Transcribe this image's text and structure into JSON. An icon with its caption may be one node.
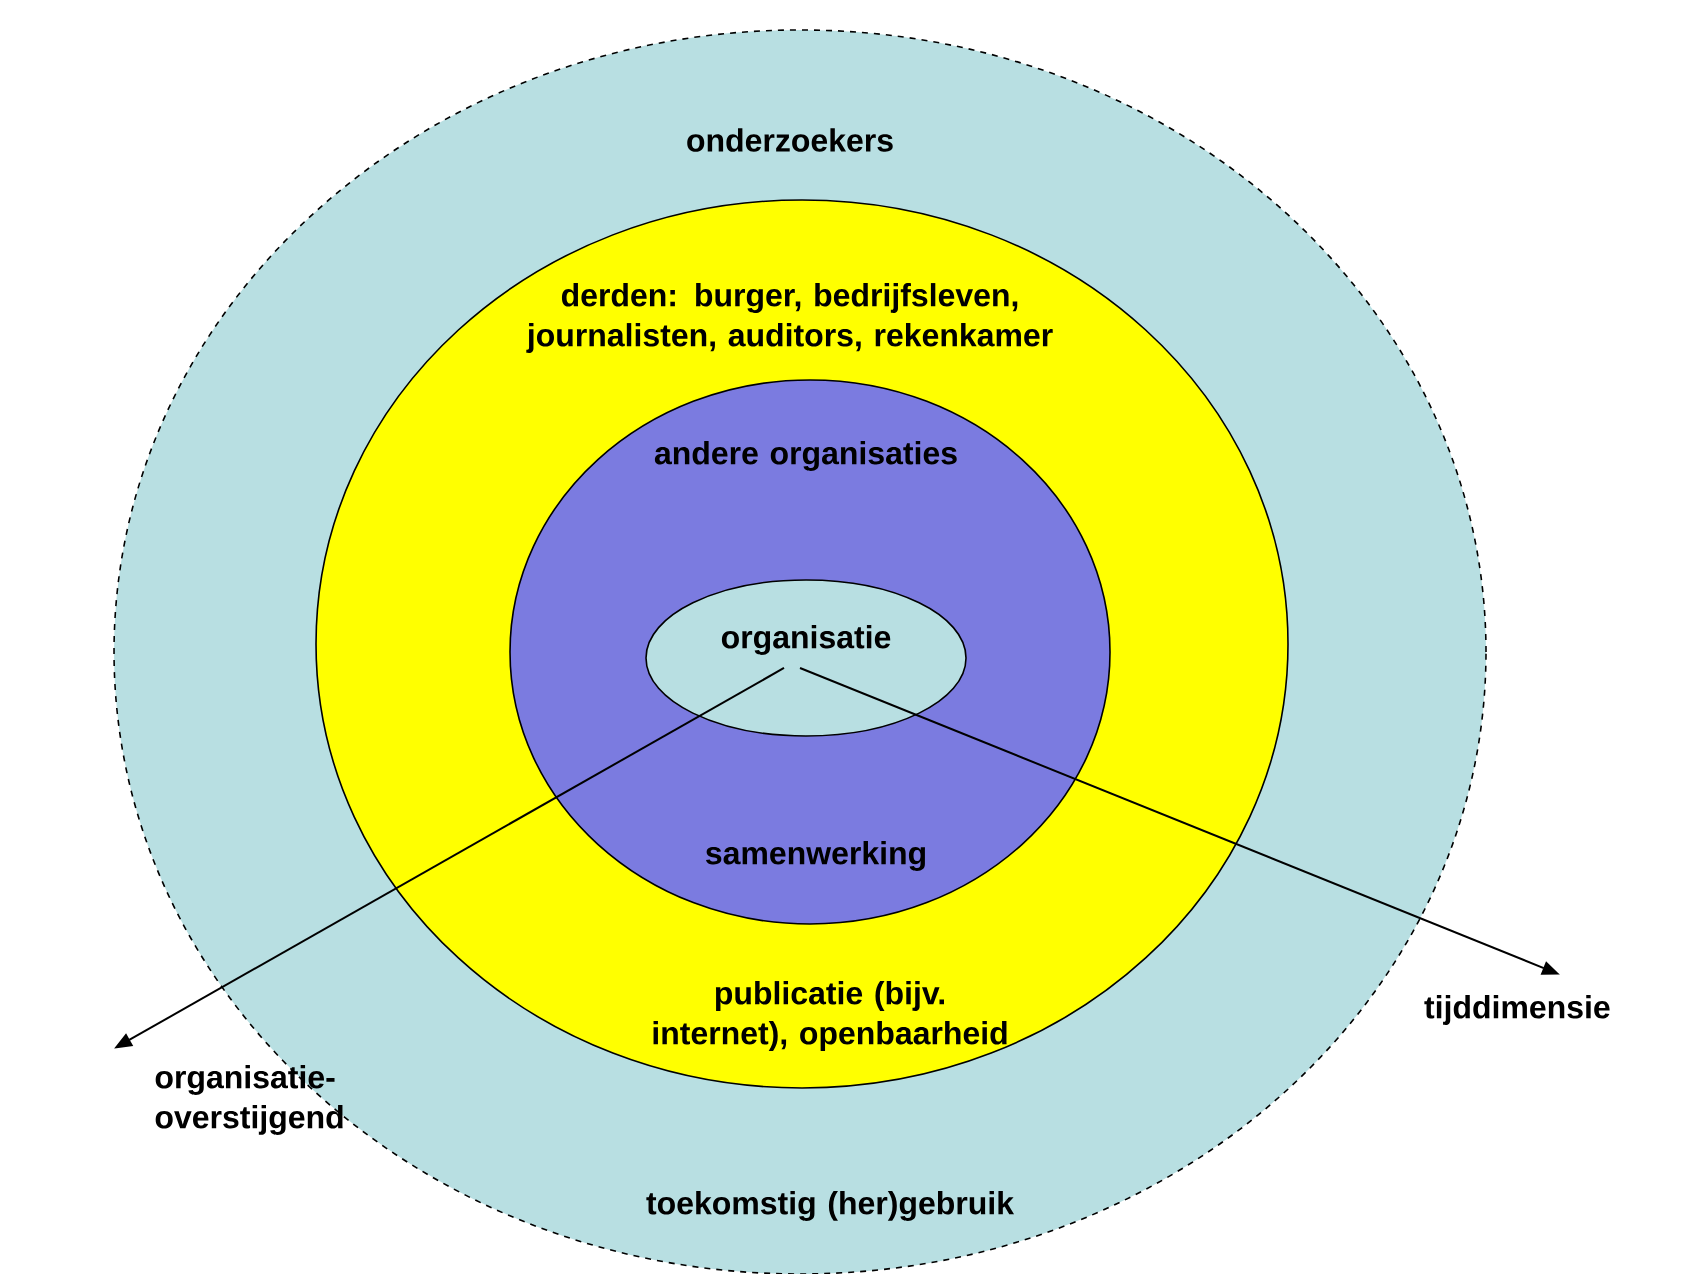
{
  "diagram": {
    "nodes": [
      {
        "text": [
          "onderzoekers",
          "toekomstig (her)gebruik"
        ]
      },
      {
        "text": [
          "derden: burger, bedrijfsleven, journalisten, auditors, rekenkamer",
          "publicatie (bijv. internet), openbaarheid"
        ],
        "in": 0
      },
      {
        "text": [
          "andere organisaties",
          "samenwerking"
        ],
        "in": 1
      },
      {
        "text": [
          "organisatie"
        ],
        "in": 2
      },
      {
        "text": [
          "organisatie- overstijgend"
        ]
      },
      {
        "text": [
          "tijddimensie"
        ]
      }
    ],
    "edges": [
      {
        "from": 3,
        "to": 4,
        "arrow": "to"
      },
      {
        "from": 3,
        "to": 5,
        "arrow": "to"
      }
    ]
  }
}
